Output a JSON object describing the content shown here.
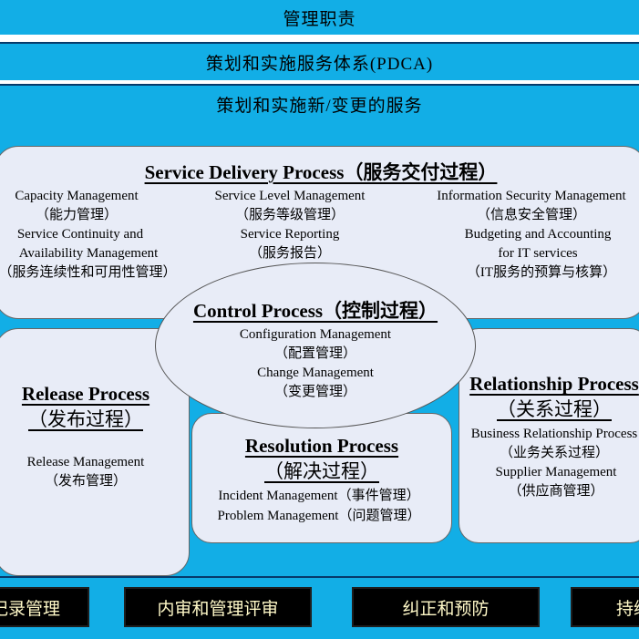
{
  "bands": {
    "management_duties": "管理职责",
    "pdca_system": "策划和实施服务体系(PDCA)",
    "new_changed_services": "策划和实施新/变更的服务"
  },
  "service_delivery": {
    "title": "Service Delivery Process（服务交付过程）",
    "capacity": "Capacity Management",
    "capacity_cn": "（能力管理）",
    "continuity_1": "Service Continuity and",
    "continuity_2": "Availability Management",
    "continuity_cn": "（服务连续性和可用性管理）",
    "service_level": "Service Level Management",
    "service_level_cn": "（服务等级管理）",
    "reporting": "Service Reporting",
    "reporting_cn": "（服务报告）",
    "security": "Information Security Management",
    "security_cn": "（信息安全管理）",
    "budgeting_1": "Budgeting and Accounting",
    "budgeting_2": "for IT services",
    "budgeting_cn": "（IT服务的预算与核算）"
  },
  "control": {
    "title": "Control Process（控制过程）",
    "configuration": "Configuration Management",
    "configuration_cn": "（配置管理）",
    "change": "Change Management",
    "change_cn": "（变更管理）"
  },
  "release": {
    "title": "Release Process",
    "title_cn": "（发布过程）",
    "item": "Release Management",
    "item_cn": "（发布管理）"
  },
  "resolution": {
    "title": "Resolution Process",
    "title_cn": "（解决过程）",
    "incident": "Incident Management（事件管理）",
    "problem": "Problem Management（问题管理）"
  },
  "relationship": {
    "title": "Relationship Process",
    "title_cn": "（关系过程）",
    "business": "Business Relationship Process",
    "business_cn": "（业务关系过程）",
    "supplier": "Supplier Management",
    "supplier_cn": "（供应商管理）"
  },
  "footer": {
    "records": "记录管理",
    "audit": "内审和管理评审",
    "corrective": "纠正和预防",
    "continual": "持续"
  },
  "colors": {
    "band_blue": "#12aee6",
    "panel_fill": "#e8ecf7",
    "footer_box": "#000000",
    "footer_text": "#fff9c8"
  }
}
